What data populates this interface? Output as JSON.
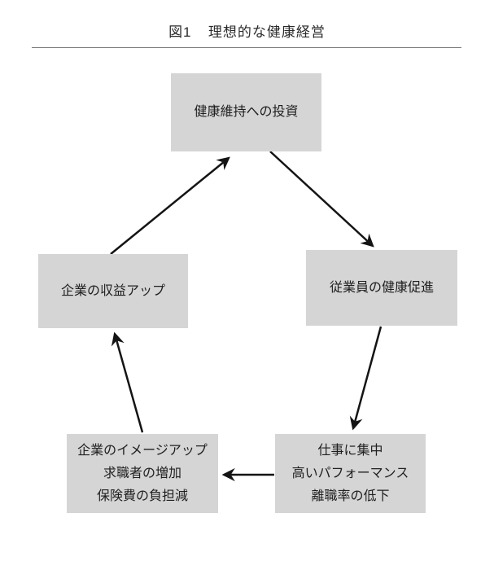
{
  "figure": {
    "label": "図1",
    "title": "理想的な健康経営"
  },
  "diagram": {
    "type": "cycle",
    "nodes": [
      {
        "id": "health-investment",
        "lines": [
          "健康維持への投資"
        ]
      },
      {
        "id": "employee-health-promotion",
        "lines": [
          "従業員の健康促進"
        ]
      },
      {
        "id": "work-performance",
        "lines": [
          "仕事に集中",
          "高いパフォーマンス",
          "離職率の低下"
        ]
      },
      {
        "id": "company-image",
        "lines": [
          "企業のイメージアップ",
          "求職者の増加",
          "保険費の負担減"
        ]
      },
      {
        "id": "company-profit",
        "lines": [
          "企業の収益アップ"
        ]
      }
    ],
    "edges": [
      {
        "from": "health-investment",
        "to": "employee-health-promotion"
      },
      {
        "from": "employee-health-promotion",
        "to": "work-performance"
      },
      {
        "from": "work-performance",
        "to": "company-image"
      },
      {
        "from": "company-image",
        "to": "company-profit"
      },
      {
        "from": "company-profit",
        "to": "health-investment"
      }
    ]
  },
  "colors": {
    "box_fill": "#d5d5d5",
    "arrow": "#141414",
    "text": "#1f1f1f",
    "rule": "#7a7a7a"
  }
}
